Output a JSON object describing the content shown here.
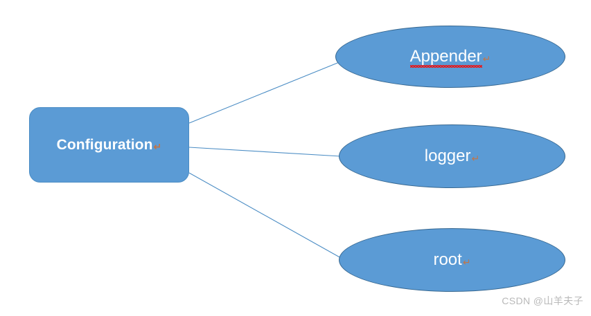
{
  "diagram": {
    "background_color": "#ffffff",
    "shape_fill_color": "#5B9BD5",
    "ellipse_border_color": "#35668F",
    "rect_border_color": "#4A8CC4",
    "connector_color": "#4A8CC4",
    "text_color": "#ffffff",
    "pilcrow_glyph": "↵",
    "nodes": {
      "configuration": {
        "label": "Configuration",
        "shape": "rounded-rectangle",
        "misspelled": false
      },
      "appender": {
        "label": "Appender",
        "shape": "ellipse",
        "misspelled": true
      },
      "logger": {
        "label": "logger",
        "shape": "ellipse",
        "misspelled": false
      },
      "root": {
        "label": "root",
        "shape": "ellipse",
        "misspelled": false
      }
    },
    "edges": [
      {
        "from": "configuration",
        "to": "appender"
      },
      {
        "from": "configuration",
        "to": "logger"
      },
      {
        "from": "configuration",
        "to": "root"
      }
    ]
  },
  "watermark": {
    "text": "CSDN @山羊夫子"
  }
}
